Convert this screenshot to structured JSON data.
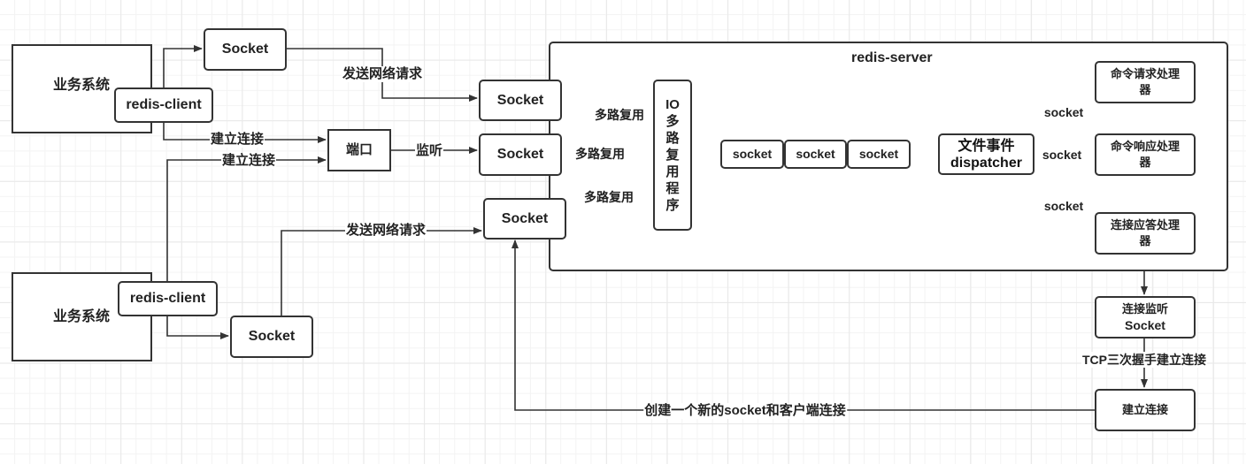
{
  "diagram": {
    "client_top": {
      "system_label": "业务系统",
      "client_label": "redis-client",
      "socket_label": "Socket"
    },
    "client_bottom": {
      "system_label": "业务系统",
      "client_label": "redis-client",
      "socket_label": "Socket"
    },
    "port": {
      "label": "端口"
    },
    "server": {
      "title": "redis-server",
      "sockets": [
        "Socket",
        "Socket",
        "Socket"
      ],
      "io_multiplexer_chars": [
        "IO",
        "多",
        "路",
        "复",
        "用",
        "程",
        "序"
      ],
      "queue": [
        "socket",
        "socket",
        "socket"
      ],
      "dispatcher": {
        "line1": "文件事件",
        "line2": "dispatcher"
      },
      "handlers": [
        {
          "line1": "命令请求处理",
          "line2": "器"
        },
        {
          "line1": "命令响应处理",
          "line2": "器"
        },
        {
          "line1": "连接应答处理",
          "line2": "器"
        }
      ]
    },
    "listen_socket": {
      "line1": "连接监听",
      "line2": "Socket"
    },
    "establish": {
      "label": "建立连接"
    },
    "edge_labels": {
      "send_request_top": "发送网络请求",
      "connect_top": "建立连接",
      "connect_bottom": "建立连接",
      "listen": "监听",
      "send_request_bottom": "发送网络请求",
      "mux_a": "多路复用",
      "mux_b": "多路复用",
      "mux_c": "多路复用",
      "socket_to_request": "socket",
      "socket_to_response": "socket",
      "socket_to_accept": "socket",
      "tcp_handshake": "TCP三次握手建立连接",
      "create_new_socket": "创建一个新的socket和客户端连接"
    },
    "colors": {
      "stroke": "#333333",
      "background": "#ffffff",
      "grid": "#e8e8e8"
    }
  }
}
